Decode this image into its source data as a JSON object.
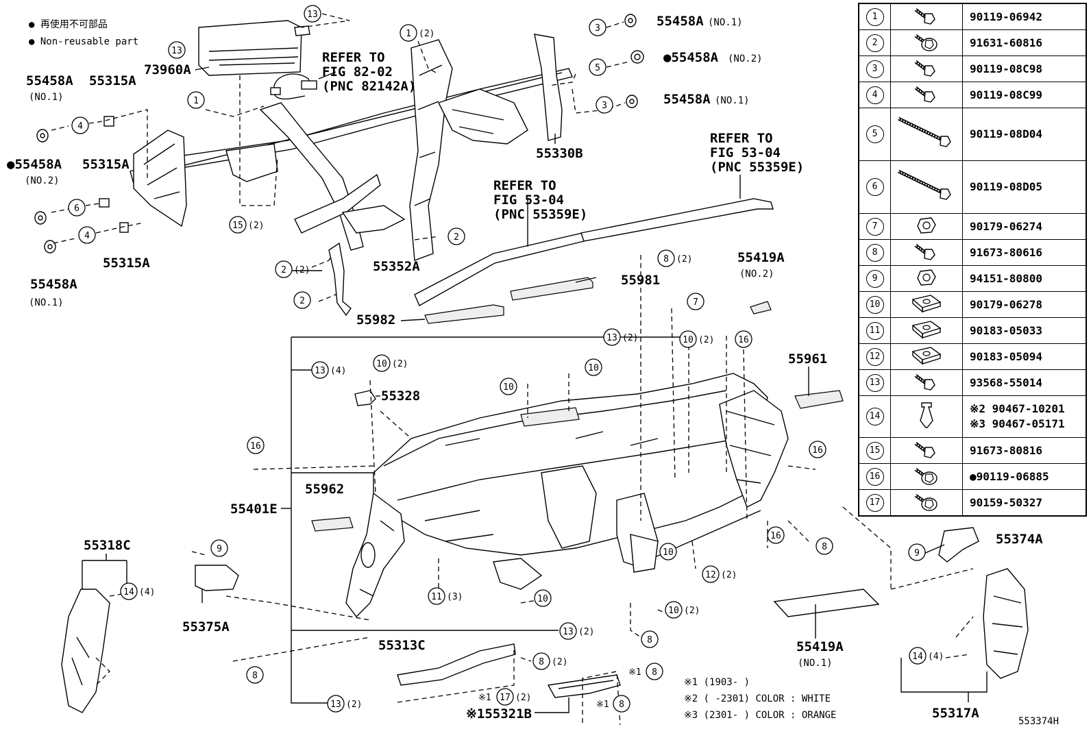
{
  "legend": {
    "line_ja": "● 再使用不可部品",
    "line_en": "● Non-reusable part"
  },
  "diagram_code": "553374H",
  "notes": {
    "n1": "※1 (1903-      )",
    "n2": "※2 (      -2301) COLOR : WHITE",
    "n3": "※3 (2301-      ) COLOR : ORANGE"
  },
  "refs": {
    "fig82_1": "REFER TO",
    "fig82_2": "FIG 82-02",
    "fig82_3": "(PNC 82142A)",
    "fig53a_1": "REFER TO",
    "fig53a_2": "FIG 53-04",
    "fig53a_3": "(PNC 55359E)",
    "fig53b_1": "REFER TO",
    "fig53b_2": "FIG 53-04",
    "fig53b_3": "(PNC 55359E)"
  },
  "labels": {
    "p73960A": "73960A",
    "p55458A_a": "55458A",
    "p55458A_a_sub": "(NO.1)",
    "p55315A_a": "55315A",
    "p55458A_b": "●55458A",
    "p55458A_b_sub": "(NO.2)",
    "p55315A_b": "55315A",
    "p55315A_c": "55315A",
    "p55458A_c": "55458A",
    "p55458A_c_sub": "(NO.1)",
    "p55458A_r1": "55458A",
    "p55458A_r1_sub": "(NO.1)",
    "p55458A_r2": "●55458A",
    "p55458A_r2_sub": "(NO.2)",
    "p55458A_r3": "55458A",
    "p55458A_r3_sub": "(NO.1)",
    "p55330B": "55330B",
    "p55352A": "55352A",
    "p55981": "55981",
    "p55982": "55982",
    "p55419A_t": "55419A",
    "p55419A_t_sub": "(NO.2)",
    "p55961": "55961",
    "p55328": "55328",
    "p55962": "55962",
    "p55401E": "55401E",
    "p55318C": "55318C",
    "p55375A": "55375A",
    "p55313C": "55313C",
    "p55321B": "※155321B",
    "p55419A_b": "55419A",
    "p55419A_b_sub": "(NO.1)",
    "p55374A": "55374A",
    "p55317A": "55317A"
  },
  "callouts": {
    "c13top": "13",
    "c1": "1",
    "c1_2": "1",
    "c1_2q": "(2)",
    "c3a": "3",
    "c5": "5",
    "c3b": "3",
    "c4a": "4",
    "c6": "6",
    "c4b": "4",
    "c15": "15",
    "c15q": "(2)",
    "c2a": "2",
    "c2b": "2",
    "c2bq": "(2)",
    "c2c": "2",
    "c8a": "8",
    "c8aq": "(2)",
    "c7": "7",
    "c10a": "10",
    "c10aq": "(2)",
    "c16a": "16",
    "c13a": "13",
    "c13aq": "(2)",
    "c13b": "13",
    "c13bq": "(4)",
    "c10b": "10",
    "c10bq": "(2)",
    "c10c": "10",
    "c10d": "10",
    "c16b": "16",
    "c16c": "16",
    "c16d": "16",
    "c8b": "8",
    "c9a": "9",
    "c14a": "14",
    "c14aq": "(4)",
    "c11": "11",
    "c11q": "(3)",
    "c10e": "10",
    "c12": "12",
    "c12q": "(2)",
    "c10f": "10",
    "c10g": "10",
    "c10gq": "(2)",
    "c13c": "13",
    "c13cq": "(2)",
    "c8c": "8",
    "c8d": "8",
    "c8e": "8",
    "c8eq": "(2)",
    "c8f": "8",
    "c8fq": "※1",
    "c17": "17",
    "c17q": "(2)",
    "c17p": "※1",
    "c8g": "8",
    "c8gq": "※1",
    "c13d": "13",
    "c13dq": "(2)",
    "c9b": "9",
    "c14b": "14",
    "c14bq": "(4)"
  },
  "parts_table": [
    {
      "no": "1",
      "icon": "bolt-icon",
      "part": "90119-06942"
    },
    {
      "no": "2",
      "icon": "bolt-washer-icon",
      "part": "91631-60816"
    },
    {
      "no": "3",
      "icon": "bolt-icon",
      "part": "90119-08C98"
    },
    {
      "no": "4",
      "icon": "bolt-icon",
      "part": "90119-08C99"
    },
    {
      "no": "5",
      "icon": "long-bolt-icon",
      "part": "90119-08D04"
    },
    {
      "no": "6",
      "icon": "long-bolt-icon",
      "part": "90119-08D05"
    },
    {
      "no": "7",
      "icon": "nut-icon",
      "part": "90179-06274"
    },
    {
      "no": "8",
      "icon": "bolt-icon",
      "part": "91673-80616"
    },
    {
      "no": "9",
      "icon": "nut-icon",
      "part": "94151-80800"
    },
    {
      "no": "10",
      "icon": "clip-nut-icon",
      "part": "90179-06278"
    },
    {
      "no": "11",
      "icon": "clip-nut-icon",
      "part": "90183-05033"
    },
    {
      "no": "12",
      "icon": "clip-nut-icon",
      "part": "90183-05094"
    },
    {
      "no": "13",
      "icon": "bolt-icon",
      "part": "93568-55014"
    },
    {
      "no": "14",
      "icon": "clip-icon",
      "part": "※2  90467-10201",
      "part2": "※3  90467-05171"
    },
    {
      "no": "15",
      "icon": "bolt-icon",
      "part": "91673-80816"
    },
    {
      "no": "16",
      "icon": "bolt-washer-icon",
      "part": "●90119-06885"
    },
    {
      "no": "17",
      "icon": "bolt-washer-icon",
      "part": "90159-50327"
    }
  ]
}
